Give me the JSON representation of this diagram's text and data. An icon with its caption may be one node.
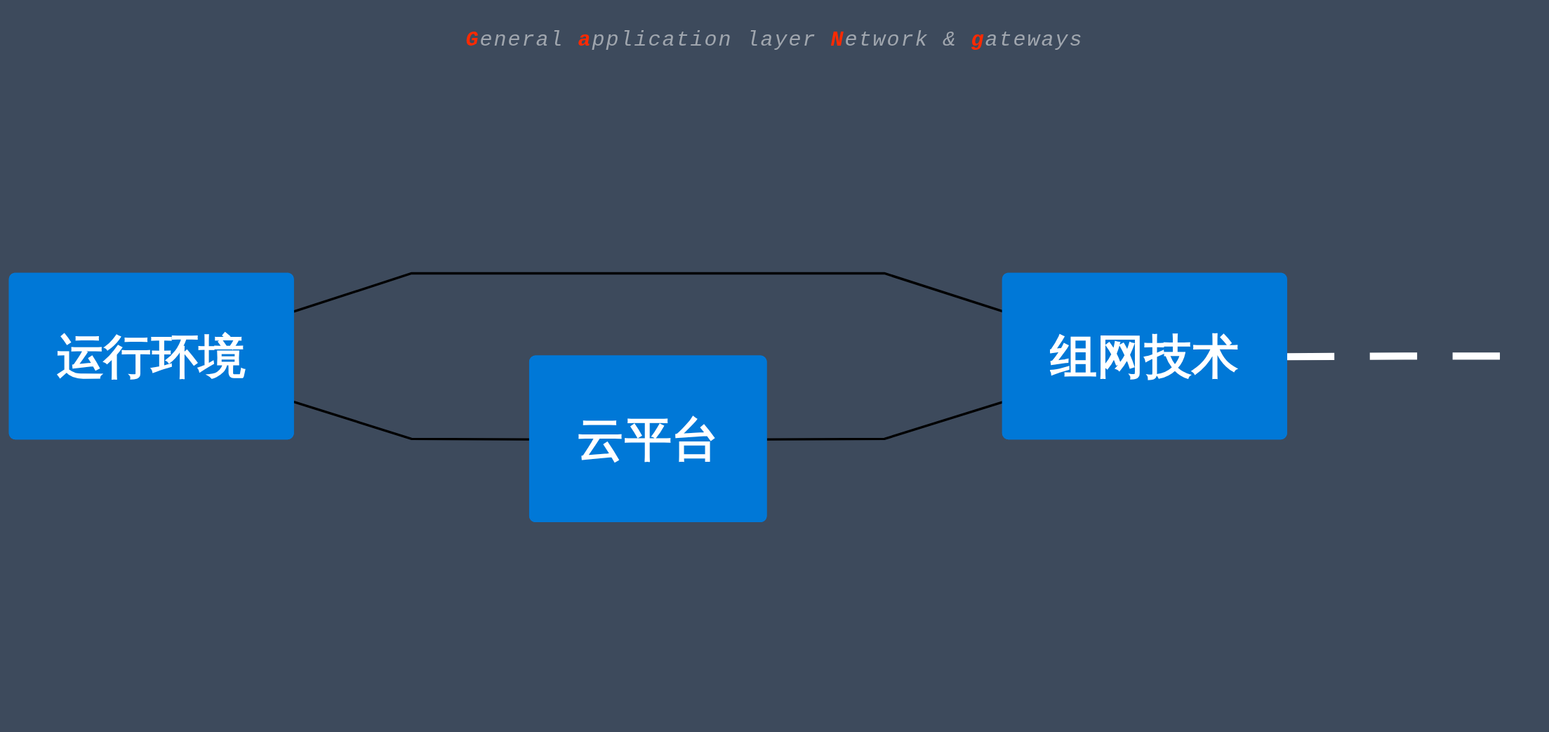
{
  "diagram": {
    "nodes": [
      {
        "text": [
          "运行环境"
        ]
      },
      {
        "text": [
          "组网技术"
        ]
      },
      {
        "text": [
          "云平台"
        ]
      }
    ],
    "edges": [
      {
        "from": 0,
        "to": 2,
        "arrow": "none"
      },
      {
        "from": 0,
        "to": 1,
        "arrow": "none"
      },
      {
        "from": 2,
        "to": 1,
        "arrow": "none"
      },
      {
        "from": 1,
        "to": null,
        "arrow": "none",
        "style": "dashed",
        "color": "#ffffff"
      }
    ],
    "labels": [
      "**G**eneral **a**pplication layer **N**etwork & **g**ateways"
    ]
  }
}
